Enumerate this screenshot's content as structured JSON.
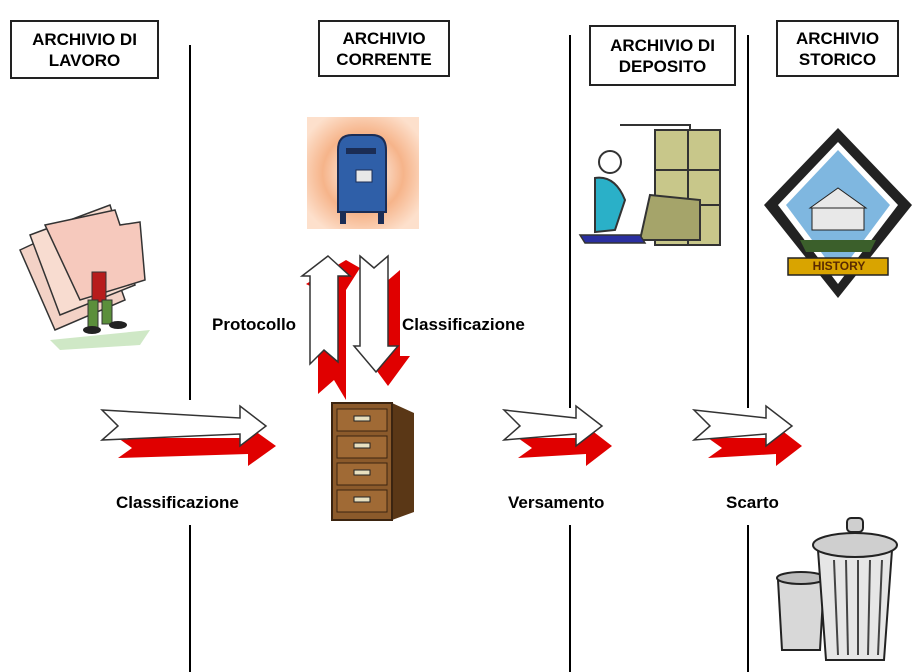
{
  "columns": [
    {
      "line1": "ARCHIVIO DI",
      "line2": "LAVORO"
    },
    {
      "line1": "ARCHIVIO",
      "line2": "CORRENTE"
    },
    {
      "line1": "ARCHIVIO DI",
      "line2": "DEPOSITO"
    },
    {
      "line1": "ARCHIVIO",
      "line2": "STORICO"
    }
  ],
  "labels": {
    "classificazione_bottom": "Classificazione",
    "protocollo": "Protocollo",
    "classificazione_top": "Classificazione",
    "versamento": "Versamento",
    "scarto": "Scarto"
  },
  "history_badge": "HISTORY",
  "colors": {
    "arrow_shadow": "#e00000",
    "divider": "#000000",
    "cabinet": "#8b5a2b"
  }
}
